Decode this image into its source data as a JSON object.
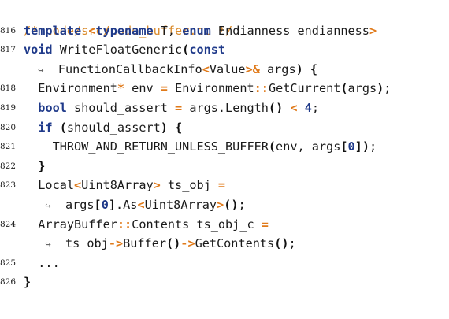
{
  "comment": "/* node/src/node_buffer.cc */",
  "lines": [
    {
      "num": "816",
      "tokens": [
        {
          "t": "template",
          "c": "kw"
        },
        {
          "t": " ",
          "c": ""
        },
        {
          "t": "<",
          "c": "op"
        },
        {
          "t": "typename",
          "c": "kw"
        },
        {
          "t": " T, ",
          "c": ""
        },
        {
          "t": "enum",
          "c": "kw"
        },
        {
          "t": " Endianness endianness",
          "c": ""
        },
        {
          "t": ">",
          "c": "op"
        }
      ]
    },
    {
      "num": "817",
      "tokens": [
        {
          "t": "void",
          "c": "kw"
        },
        {
          "t": " WriteFloatGeneric",
          "c": ""
        },
        {
          "t": "(",
          "c": "paren"
        },
        {
          "t": "const",
          "c": "kw"
        }
      ]
    },
    {
      "num": "",
      "tokens": [
        {
          "t": "  ",
          "c": ""
        },
        {
          "t": "↪",
          "c": "cont"
        },
        {
          "t": "  FunctionCallbackInfo",
          "c": ""
        },
        {
          "t": "<",
          "c": "op"
        },
        {
          "t": "Value",
          "c": ""
        },
        {
          "t": ">&",
          "c": "op"
        },
        {
          "t": " args",
          "c": ""
        },
        {
          "t": ")",
          "c": "paren"
        },
        {
          "t": " {",
          "c": "paren"
        }
      ]
    },
    {
      "num": "818",
      "tokens": [
        {
          "t": "  Environment",
          "c": ""
        },
        {
          "t": "*",
          "c": "op"
        },
        {
          "t": " env ",
          "c": ""
        },
        {
          "t": "=",
          "c": "op"
        },
        {
          "t": " Environment",
          "c": ""
        },
        {
          "t": "::",
          "c": "op"
        },
        {
          "t": "GetCurrent",
          "c": ""
        },
        {
          "t": "(",
          "c": "paren"
        },
        {
          "t": "args",
          "c": ""
        },
        {
          "t": ")",
          "c": "paren"
        },
        {
          "t": ";",
          "c": ""
        }
      ]
    },
    {
      "num": "819",
      "tokens": [
        {
          "t": "  ",
          "c": ""
        },
        {
          "t": "bool",
          "c": "kw"
        },
        {
          "t": " should_assert ",
          "c": ""
        },
        {
          "t": "=",
          "c": "op"
        },
        {
          "t": " args.Length",
          "c": ""
        },
        {
          "t": "()",
          "c": "paren"
        },
        {
          "t": " ",
          "c": ""
        },
        {
          "t": "<",
          "c": "op"
        },
        {
          "t": " ",
          "c": ""
        },
        {
          "t": "4",
          "c": "num"
        },
        {
          "t": ";",
          "c": ""
        }
      ]
    },
    {
      "num": "820",
      "tokens": [
        {
          "t": "  ",
          "c": ""
        },
        {
          "t": "if",
          "c": "kw"
        },
        {
          "t": " ",
          "c": ""
        },
        {
          "t": "(",
          "c": "paren"
        },
        {
          "t": "should_assert",
          "c": ""
        },
        {
          "t": ")",
          "c": "paren"
        },
        {
          "t": " {",
          "c": "paren"
        }
      ]
    },
    {
      "num": "821",
      "tokens": [
        {
          "t": "    THROW_AND_RETURN_UNLESS_BUFFER",
          "c": ""
        },
        {
          "t": "(",
          "c": "paren"
        },
        {
          "t": "env, args",
          "c": ""
        },
        {
          "t": "[",
          "c": "paren"
        },
        {
          "t": "0",
          "c": "num"
        },
        {
          "t": "]",
          "c": "paren"
        },
        {
          "t": ")",
          "c": "paren"
        },
        {
          "t": ";",
          "c": ""
        }
      ]
    },
    {
      "num": "822",
      "tokens": [
        {
          "t": "  ",
          "c": ""
        },
        {
          "t": "}",
          "c": "paren"
        }
      ]
    },
    {
      "num": "823",
      "tokens": [
        {
          "t": "  Local",
          "c": ""
        },
        {
          "t": "<",
          "c": "op"
        },
        {
          "t": "Uint8Array",
          "c": ""
        },
        {
          "t": ">",
          "c": "op"
        },
        {
          "t": " ts_obj ",
          "c": ""
        },
        {
          "t": "=",
          "c": "op"
        }
      ]
    },
    {
      "num": "",
      "tokens": [
        {
          "t": "   ",
          "c": ""
        },
        {
          "t": "↪",
          "c": "cont"
        },
        {
          "t": "  args",
          "c": ""
        },
        {
          "t": "[",
          "c": "paren"
        },
        {
          "t": "0",
          "c": "num"
        },
        {
          "t": "]",
          "c": "paren"
        },
        {
          "t": ".As",
          "c": ""
        },
        {
          "t": "<",
          "c": "op"
        },
        {
          "t": "Uint8Array",
          "c": ""
        },
        {
          "t": ">",
          "c": "op"
        },
        {
          "t": "()",
          "c": "paren"
        },
        {
          "t": ";",
          "c": ""
        }
      ]
    },
    {
      "num": "824",
      "tokens": [
        {
          "t": "  ArrayBuffer",
          "c": ""
        },
        {
          "t": "::",
          "c": "op"
        },
        {
          "t": "Contents ts_obj_c ",
          "c": ""
        },
        {
          "t": "=",
          "c": "op"
        }
      ]
    },
    {
      "num": "",
      "tokens": [
        {
          "t": "   ",
          "c": ""
        },
        {
          "t": "↪",
          "c": "cont"
        },
        {
          "t": "  ts_obj",
          "c": ""
        },
        {
          "t": "->",
          "c": "op"
        },
        {
          "t": "Buffer",
          "c": ""
        },
        {
          "t": "()",
          "c": "paren"
        },
        {
          "t": "->",
          "c": "op"
        },
        {
          "t": "GetContents",
          "c": ""
        },
        {
          "t": "()",
          "c": "paren"
        },
        {
          "t": ";",
          "c": ""
        }
      ]
    },
    {
      "num": "825",
      "tokens": [
        {
          "t": "  ...",
          "c": ""
        }
      ]
    },
    {
      "num": "826",
      "tokens": [
        {
          "t": "}",
          "c": "paren"
        }
      ]
    }
  ]
}
